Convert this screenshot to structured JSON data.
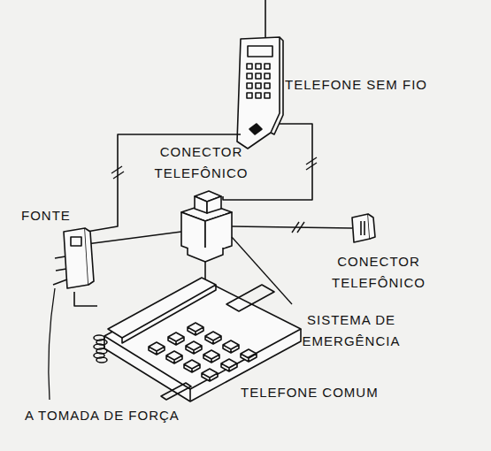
{
  "diagram": {
    "labels": [
      "TELEFONE SEM FIO",
      "CONECTOR TELEFÔNICO",
      "FONTE",
      "CONECTOR TELEFÔNICO",
      "SISTEMA DE EMERGÊNCIA",
      "TELEFONE COMUM",
      "A TOMADA DE FORÇA"
    ]
  }
}
